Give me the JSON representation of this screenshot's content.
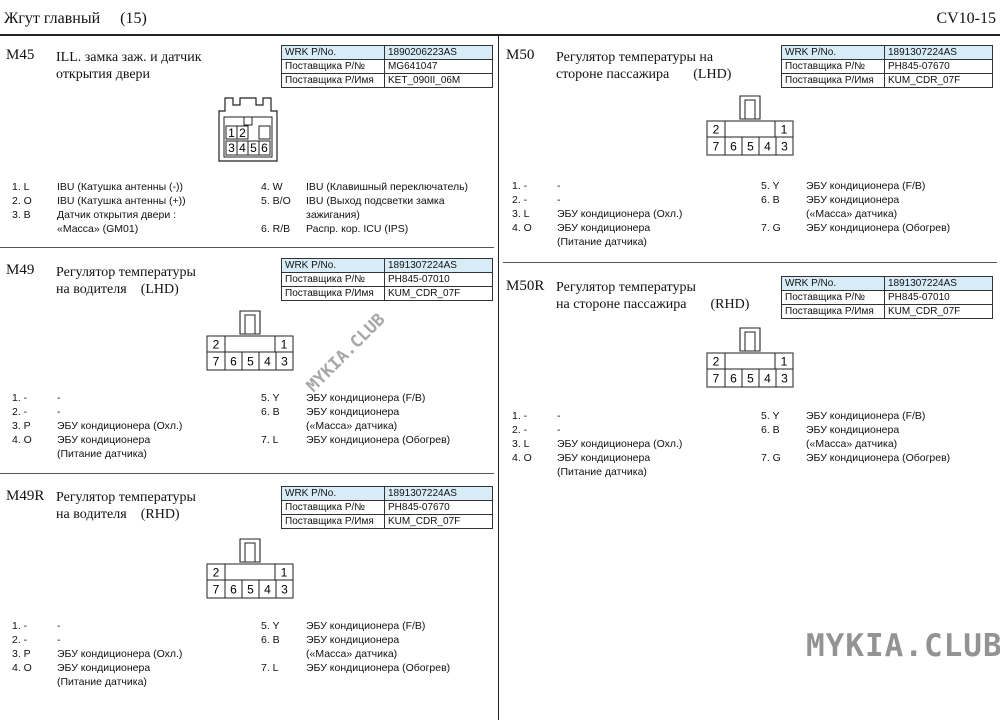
{
  "header": {
    "title": "Жгут главный",
    "page_num": "(15)",
    "code": "CV10-15"
  },
  "table_labels": {
    "wrk": "WRK P/No.",
    "supplier_pn": "Поставщика P/№",
    "supplier_name": "Поставщика P/Имя"
  },
  "watermark": {
    "main": "MYKIA.CLUB",
    "diag": "MYKIA.CLUB"
  },
  "connectors": {
    "m45": {
      "code": "M45",
      "title_l1": "ILL. замка заж. и датчик",
      "title_l2": "открытия двери",
      "wrk": "1890206223AS",
      "supplier_pn": "MG641047",
      "supplier_name": "KET_090II_06M",
      "cells": [
        "1",
        "2",
        "3",
        "4",
        "5",
        "6"
      ],
      "pins": [
        {
          "n": "1. L",
          "d": "IBU (Катушка антенны (-))"
        },
        {
          "n": "2. O",
          "d": "IBU (Катушка антенны (+))"
        },
        {
          "n": "3. B",
          "d": "Датчик открытия двери :",
          "d2": "«Масса» (GM01)"
        },
        {
          "n": "4. W",
          "d": "IBU (Клавишный переключатель)"
        },
        {
          "n": "5. B/O",
          "d": "IBU (Выход подсветки замка",
          "d2": "зажигания)"
        },
        {
          "n": "6. R/B",
          "d": "Распр. кор. ICU (IPS)"
        }
      ]
    },
    "m49": {
      "code": "M49",
      "title_l1": "Регулятор температуры",
      "title_l2": "на водителя",
      "side": "(LHD)",
      "wrk": "1891307224AS",
      "supplier_pn": "PH845-07010",
      "supplier_name": "KUM_CDR_07F",
      "cells": [
        "2",
        "1",
        "7",
        "6",
        "5",
        "4",
        "3"
      ],
      "pins": [
        {
          "n": "1. -",
          "d": "-"
        },
        {
          "n": "2. -",
          "d": "-"
        },
        {
          "n": "3. P",
          "d": "ЭБУ кондиционера (Охл.)"
        },
        {
          "n": "4. O",
          "d": "ЭБУ кондиционера",
          "d2": "(Питание датчика)"
        },
        {
          "n": "5. Y",
          "d": "ЭБУ кондиционера (F/B)"
        },
        {
          "n": "6. B",
          "d": "ЭБУ кондиционера",
          "d2": "(«Масса» датчика)"
        },
        {
          "n": "7. L",
          "d": "ЭБУ кондиционера (Обогрев)"
        }
      ]
    },
    "m49r": {
      "code": "M49R",
      "title_l1": "Регулятор температуры",
      "title_l2": "на водителя",
      "side": "(RHD)",
      "wrk": "1891307224AS",
      "supplier_pn": "PH845-07670",
      "supplier_name": "KUM_CDR_07F",
      "cells": [
        "2",
        "1",
        "7",
        "6",
        "5",
        "4",
        "3"
      ],
      "pins": [
        {
          "n": "1. -",
          "d": "-"
        },
        {
          "n": "2. -",
          "d": "-"
        },
        {
          "n": "3. P",
          "d": "ЭБУ кондиционера (Охл.)"
        },
        {
          "n": "4. O",
          "d": "ЭБУ кондиционера",
          "d2": "(Питание датчика)"
        },
        {
          "n": "5. Y",
          "d": "ЭБУ кондиционера (F/B)"
        },
        {
          "n": "6. B",
          "d": "ЭБУ кондиционера",
          "d2": "(«Масса» датчика)"
        },
        {
          "n": "7. L",
          "d": "ЭБУ кондиционера (Обогрев)"
        }
      ]
    },
    "m50": {
      "code": "M50",
      "title_l1": "Регулятор температуры на",
      "title_l2": "стороне пассажира",
      "side": "(LHD)",
      "wrk": "1891307224AS",
      "supplier_pn": "PH845-07670",
      "supplier_name": "KUM_CDR_07F",
      "cells": [
        "2",
        "1",
        "7",
        "6",
        "5",
        "4",
        "3"
      ],
      "pins": [
        {
          "n": "1. -",
          "d": "-"
        },
        {
          "n": "2. -",
          "d": "-"
        },
        {
          "n": "3. L",
          "d": "ЭБУ кондиционера (Охл.)"
        },
        {
          "n": "4. O",
          "d": "ЭБУ кондиционера",
          "d2": "(Питание датчика)"
        },
        {
          "n": "5. Y",
          "d": "ЭБУ кондиционера (F/B)"
        },
        {
          "n": "6. B",
          "d": "ЭБУ кондиционера",
          "d2": "(«Масса» датчика)"
        },
        {
          "n": "7. G",
          "d": "ЭБУ кондиционера (Обогрев)"
        }
      ]
    },
    "m50r": {
      "code": "M50R",
      "title_l1": "Регулятор температуры",
      "title_l2": "на стороне пассажира",
      "side": "(RHD)",
      "wrk": "1891307224AS",
      "supplier_pn": "PH845-07010",
      "supplier_name": "KUM_CDR_07F",
      "cells": [
        "2",
        "1",
        "7",
        "6",
        "5",
        "4",
        "3"
      ],
      "pins": [
        {
          "n": "1. -",
          "d": "-"
        },
        {
          "n": "2. -",
          "d": "-"
        },
        {
          "n": "3. L",
          "d": "ЭБУ кондиционера (Охл.)"
        },
        {
          "n": "4. O",
          "d": "ЭБУ кондиционера",
          "d2": "(Питание датчика)"
        },
        {
          "n": "5. Y",
          "d": "ЭБУ кондиционера (F/B)"
        },
        {
          "n": "6. B",
          "d": "ЭБУ кондиционера",
          "d2": "(«Масса» датчика)"
        },
        {
          "n": "7. G",
          "d": "ЭБУ кондиционера (Обогрев)"
        }
      ]
    }
  }
}
